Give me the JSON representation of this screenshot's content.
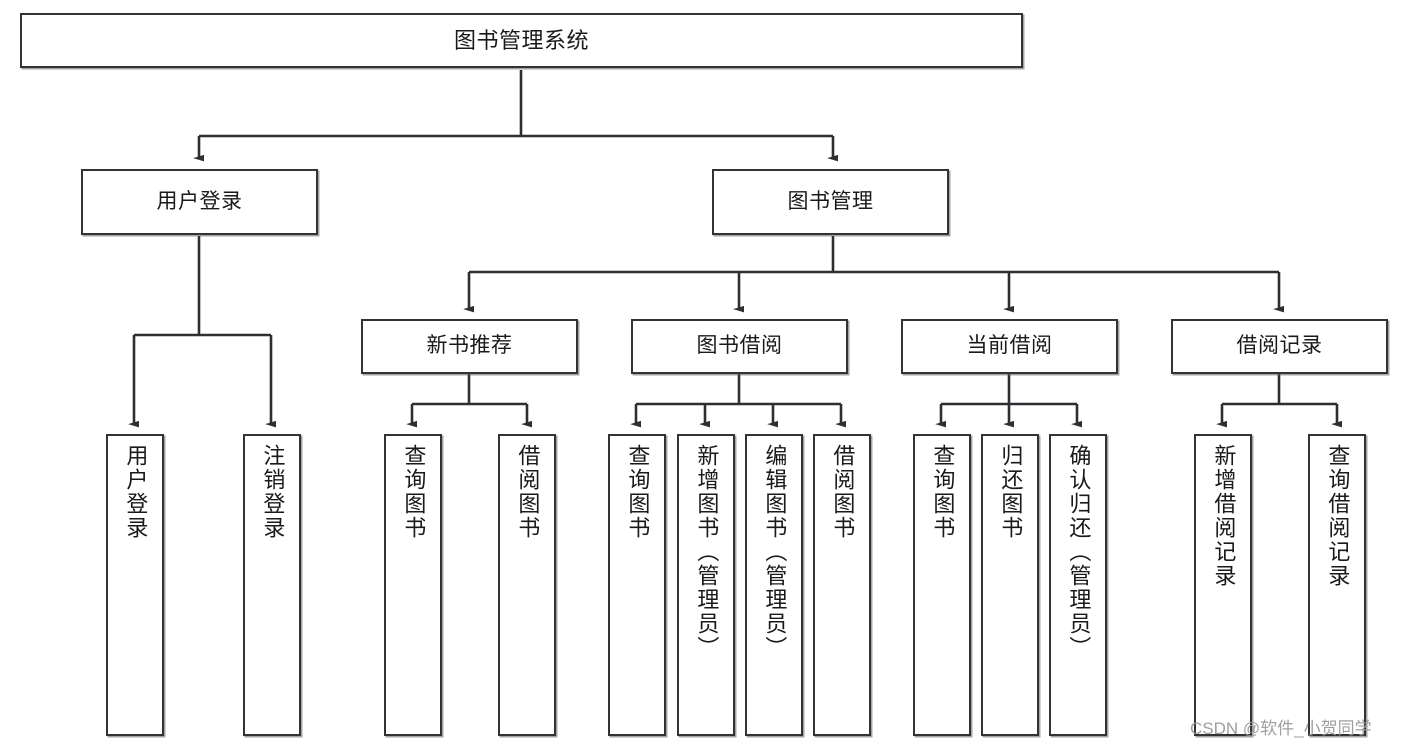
{
  "diagram": {
    "type": "tree-hierarchy-chart",
    "title": "图书管理系统",
    "watermark": "CSDN @软件_小贺同学",
    "colors": {
      "box_border": "#333335",
      "box_fill": "#ffffff",
      "connector": "#2f2f33",
      "text": "#1a1a1a",
      "watermark": "#9a9a9a"
    },
    "levels": {
      "level1": [
        "图书管理系统"
      ],
      "level2": [
        "用户登录",
        "图书管理"
      ],
      "level3": [
        "新书推荐",
        "图书借阅",
        "当前借阅",
        "借阅记录"
      ],
      "level4": [
        "用户登录",
        "注销登录",
        "查询图书",
        "借阅图书",
        "查询图书",
        "新增图书（管理员）",
        "编辑图书（管理员）",
        "借阅图书",
        "查询图书",
        "归还图书",
        "确认归还（管理员）",
        "新增借阅记录",
        "查询借阅记录"
      ]
    },
    "nodes": {
      "root": {
        "label": "图书管理系统"
      },
      "l2": [
        {
          "label": "用户登录"
        },
        {
          "label": "图书管理"
        }
      ],
      "l3": [
        {
          "label": "新书推荐"
        },
        {
          "label": "图书借阅"
        },
        {
          "label": "当前借阅"
        },
        {
          "label": "借阅记录"
        }
      ],
      "login_children": [
        {
          "label": "用户登录"
        },
        {
          "label": "注销登录"
        }
      ],
      "newbook_children": [
        {
          "label": "查询图书"
        },
        {
          "label": "借阅图书"
        }
      ],
      "borrow_children": [
        {
          "label": "查询图书"
        },
        {
          "label": "新增图书（管理员）"
        },
        {
          "label": "编辑图书（管理员）"
        },
        {
          "label": "借阅图书"
        }
      ],
      "current_children": [
        {
          "label": "查询图书"
        },
        {
          "label": "归还图书"
        },
        {
          "label": "确认归还（管理员）"
        }
      ],
      "record_children": [
        {
          "label": "新增借阅记录"
        },
        {
          "label": "查询借阅记录"
        }
      ]
    }
  }
}
